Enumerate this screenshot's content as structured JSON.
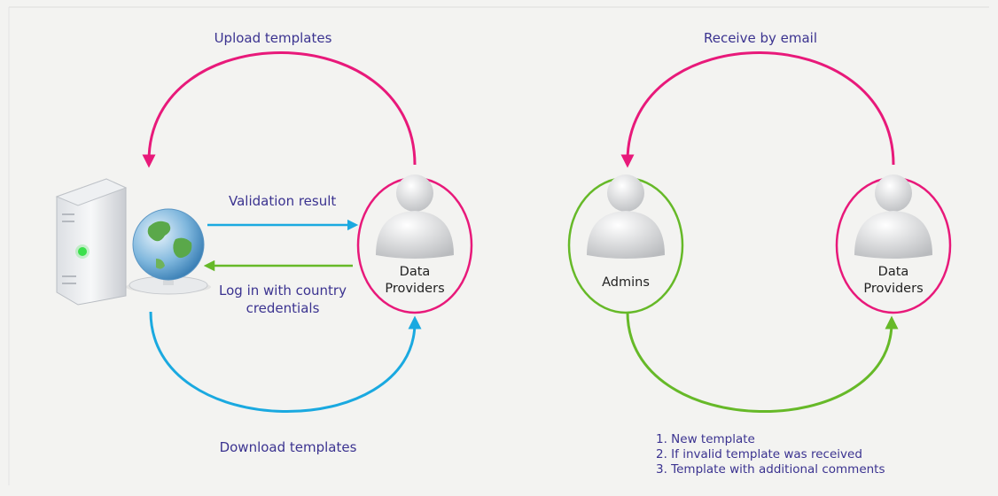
{
  "colors": {
    "pink": "#e8197a",
    "cyan": "#1aa9e0",
    "green": "#66b928",
    "text": "#3b3390"
  },
  "icons": {
    "server": "server-with-globe-icon",
    "user": "user-silhouette-icon"
  },
  "edges": {
    "upload": "Upload templates",
    "validation": "Validation result",
    "login_line1": "Log in with country",
    "login_line2": "credentials",
    "download": "Download templates",
    "receive": "Receive by email"
  },
  "nodes": {
    "left_provider_line1": "Data",
    "left_provider_line2": "Providers",
    "admins": "Admins",
    "right_provider_line1": "Data",
    "right_provider_line2": "Providers"
  },
  "notes": [
    "1. New template",
    "2. If invalid template was received",
    "3. Template with additional comments"
  ]
}
